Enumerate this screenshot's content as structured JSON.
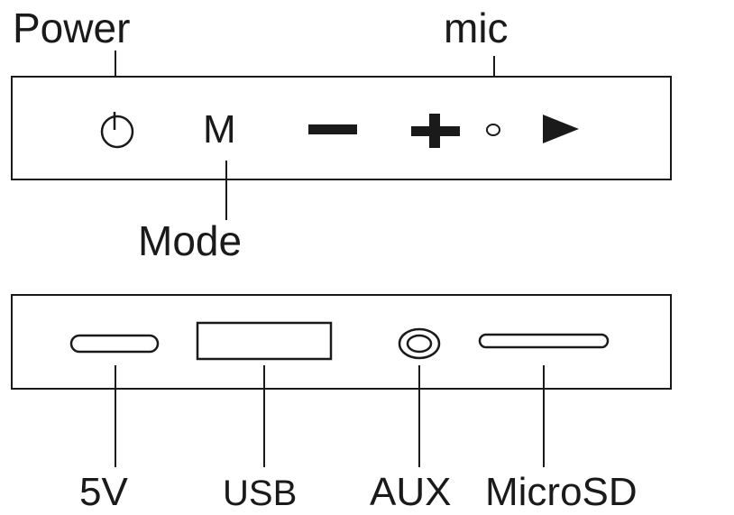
{
  "top_panel": {
    "labels": {
      "power": "Power",
      "mic": "mic",
      "mode": "Mode"
    },
    "buttons": {
      "mode_letter": "M"
    },
    "icons": [
      "power-icon",
      "minus-icon",
      "plus-icon",
      "mic-hole-icon",
      "play-icon"
    ]
  },
  "bottom_panel": {
    "labels": {
      "five_v": "5V",
      "usb": "USB",
      "aux": "AUX",
      "microsd": "MicroSD"
    },
    "ports": [
      "usb-c-port",
      "usb-a-port",
      "aux-jack",
      "microsd-slot"
    ]
  },
  "colors": {
    "line": "#1a1a1a",
    "background": "#ffffff"
  }
}
